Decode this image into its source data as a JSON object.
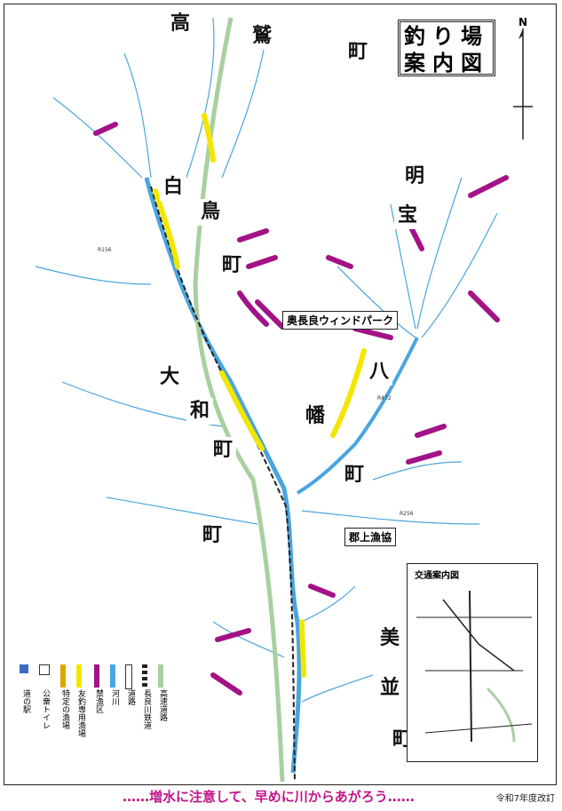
{
  "title": {
    "line1": "釣り場",
    "line2": "案内図"
  },
  "north": "N",
  "towns": [
    {
      "id": "takasu",
      "chars": [
        "高",
        "鷲",
        "町"
      ]
    },
    {
      "id": "shirotori",
      "chars": [
        "白",
        "鳥",
        "町"
      ]
    },
    {
      "id": "meiho",
      "chars": [
        "明",
        "宝"
      ]
    },
    {
      "id": "hachiman",
      "chars": [
        "八",
        "幡",
        "町"
      ]
    },
    {
      "id": "yamato",
      "chars": [
        "大",
        "和",
        "町"
      ]
    },
    {
      "id": "minami",
      "chars": [
        "美",
        "並",
        "町"
      ]
    }
  ],
  "callouts": {
    "windpark": "奥長良ウィンドパーク",
    "gyokyo": "郡上漁協"
  },
  "legend": [
    {
      "label": "道の駅",
      "color": "#3a6bbf"
    },
    {
      "label": "公衆トイレ",
      "color": "#ffffff"
    },
    {
      "label": "特定の漁場",
      "color": "#e0a600"
    },
    {
      "label": "友釣専用漁場",
      "color": "#f3e600"
    },
    {
      "label": "禁漁区",
      "color": "#a31286"
    },
    {
      "label": "河川",
      "color": "#4aa5df"
    },
    {
      "label": "道路",
      "color": "#ffffff"
    },
    {
      "label": "長良川鉄道",
      "color": "#222222"
    },
    {
      "label": "高速道路",
      "color": "#a9cfa1"
    }
  ],
  "traffic_map": {
    "title": "交通案内図"
  },
  "footer": {
    "message": "……増水に注意して、早めに川からあがろう……",
    "note": "令和7年度改訂"
  },
  "colors": {
    "river": "#4aa5df",
    "tomozuri": "#f3e600",
    "tokutei": "#e0a600",
    "kinryo": "#a31286",
    "highway": "#a9cfa1"
  },
  "road_labels": [
    "R156",
    "R472",
    "R256"
  ]
}
